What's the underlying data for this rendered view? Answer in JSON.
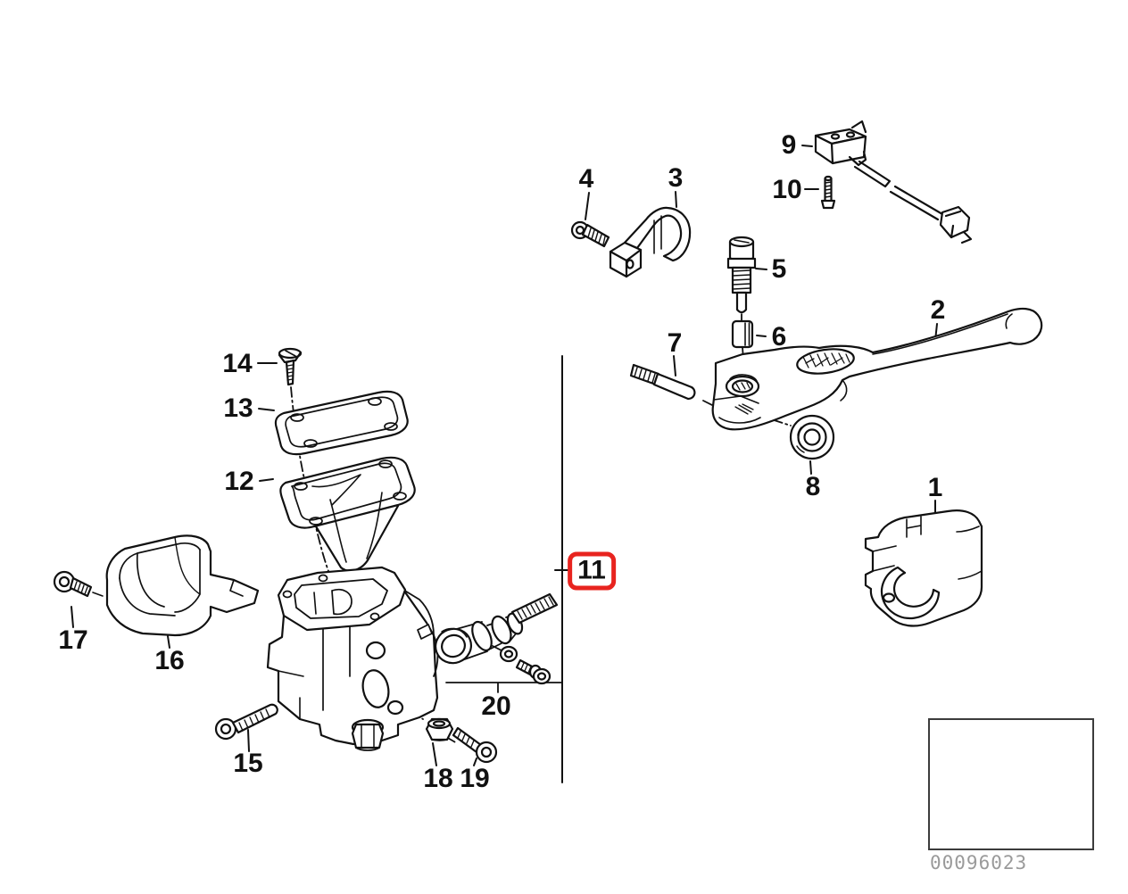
{
  "diagram": {
    "image_number": "00096023",
    "highlighted_part": "11",
    "colors": {
      "line": "#111111",
      "label_text": "#111111",
      "highlight_box": "#e8241f",
      "thumbnail_line": "#6b6b6b",
      "image_number_text": "#9a9a9a"
    },
    "callouts": [
      {
        "label": "1"
      },
      {
        "label": "2"
      },
      {
        "label": "3"
      },
      {
        "label": "4"
      },
      {
        "label": "5"
      },
      {
        "label": "6"
      },
      {
        "label": "7"
      },
      {
        "label": "8"
      },
      {
        "label": "9"
      },
      {
        "label": "10"
      },
      {
        "label": "11",
        "highlighted": true
      },
      {
        "label": "12"
      },
      {
        "label": "13"
      },
      {
        "label": "14"
      },
      {
        "label": "15"
      },
      {
        "label": "16"
      },
      {
        "label": "17"
      },
      {
        "label": "18"
      },
      {
        "label": "19"
      },
      {
        "label": "20"
      }
    ]
  }
}
